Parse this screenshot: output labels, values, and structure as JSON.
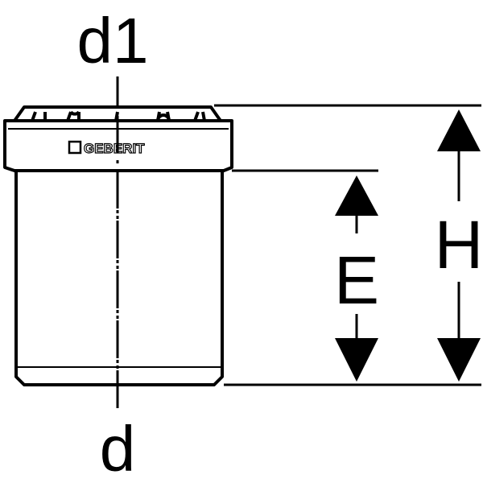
{
  "labels": {
    "top_diameter": "d1",
    "bottom_diameter": "d",
    "inner_height": "E",
    "total_height": "H",
    "brand": "GEBERIT"
  },
  "colors": {
    "stroke": "#000000",
    "background": "#ffffff"
  },
  "icons": {
    "brand_mark": "geberit-logo"
  }
}
